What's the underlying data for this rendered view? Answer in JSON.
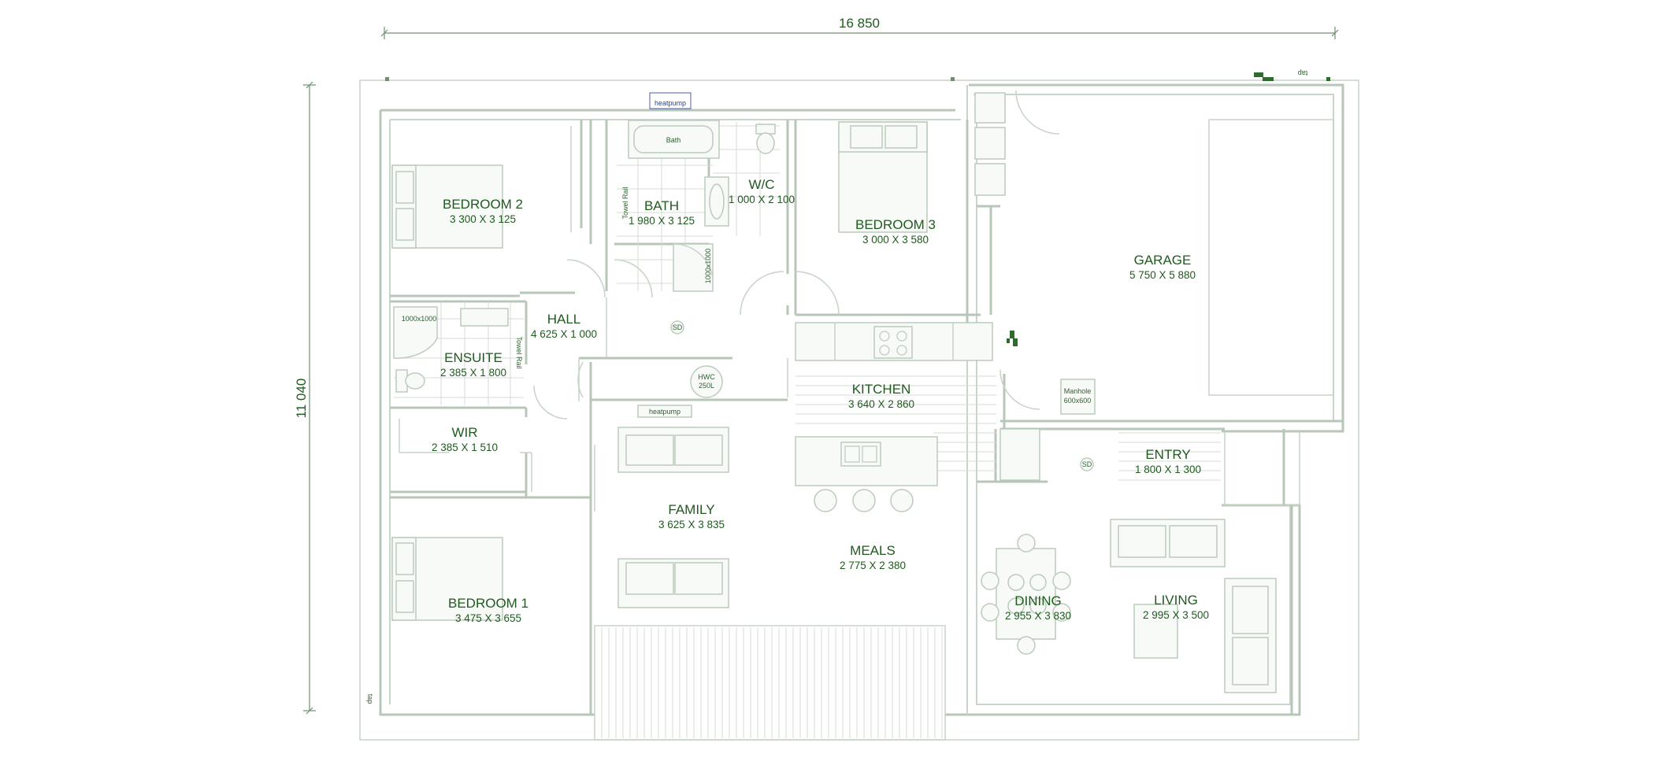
{
  "dimensions": {
    "overall_width": "16 850",
    "overall_depth": "11 040"
  },
  "rooms": [
    {
      "key": "bedroom2",
      "name": "BEDROOM 2",
      "size": "3 300 X 3 125"
    },
    {
      "key": "bath",
      "name": "BATH",
      "size": "1 980 X 3 125"
    },
    {
      "key": "wc",
      "name": "W/C",
      "size": "1 000 X 2 100"
    },
    {
      "key": "bedroom3",
      "name": "BEDROOM 3",
      "size": "3 000 X 3 580"
    },
    {
      "key": "garage",
      "name": "GARAGE",
      "size": "5 750 X 5 880"
    },
    {
      "key": "hall",
      "name": "HALL",
      "size": "4 625 X 1 000"
    },
    {
      "key": "ensuite",
      "name": "ENSUITE",
      "size": "2 385 X 1 800"
    },
    {
      "key": "kitchen",
      "name": "KITCHEN",
      "size": "3 640 X 2 860"
    },
    {
      "key": "wir",
      "name": "WIR",
      "size": "2 385 X 1 510"
    },
    {
      "key": "entry",
      "name": "ENTRY",
      "size": "1 800 X 1 300"
    },
    {
      "key": "family",
      "name": "FAMILY",
      "size": "3 625 X 3 835"
    },
    {
      "key": "meals",
      "name": "MEALS",
      "size": "2 775 X 2 380"
    },
    {
      "key": "dining",
      "name": "DINING",
      "size": "2 955 X 3 830"
    },
    {
      "key": "living",
      "name": "LIVING",
      "size": "2 995 X 3 500"
    },
    {
      "key": "bedroom1",
      "name": "BEDROOM 1",
      "size": "3 475 X 3 655"
    }
  ],
  "fixtures": {
    "bath_label": "Bath",
    "towel_rail": "Towel Rail",
    "shower_1000": "1000x1000",
    "hwc": "HWC",
    "hwc_volume": "250L",
    "heatpump": "heatpump",
    "smoke_detector": "SD",
    "manhole": "Manhole",
    "manhole_size": "600x600",
    "tap": "tap"
  },
  "colors": {
    "label": "#1f5a1f",
    "walls": "#b7c7b7",
    "background": "#ffffff"
  }
}
